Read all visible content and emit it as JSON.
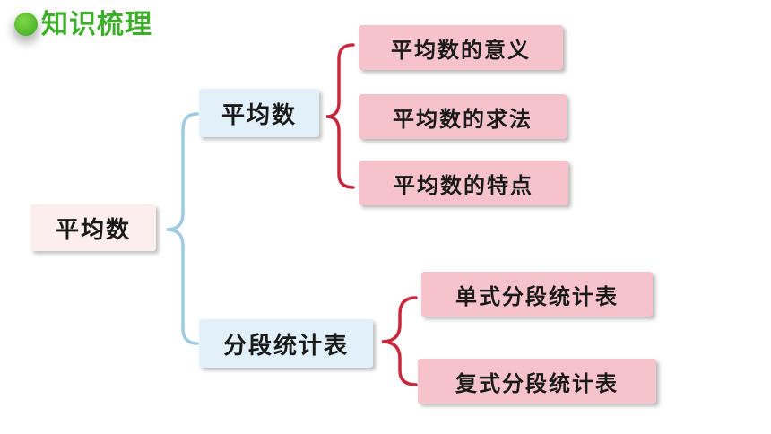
{
  "header": {
    "title": "知识梳理",
    "accent": "#3cae2a"
  },
  "diagram": {
    "root": "平均数",
    "branches": [
      {
        "label": "平均数",
        "children": [
          "平均数的意义",
          "平均数的求法",
          "平均数的特点"
        ]
      },
      {
        "label": "分段统计表",
        "children": [
          "单式分段统计表",
          "复式分段统计表"
        ]
      }
    ],
    "colors": {
      "blue_bracket": "#9fcbe0",
      "red_bracket": "#c8283e"
    }
  }
}
